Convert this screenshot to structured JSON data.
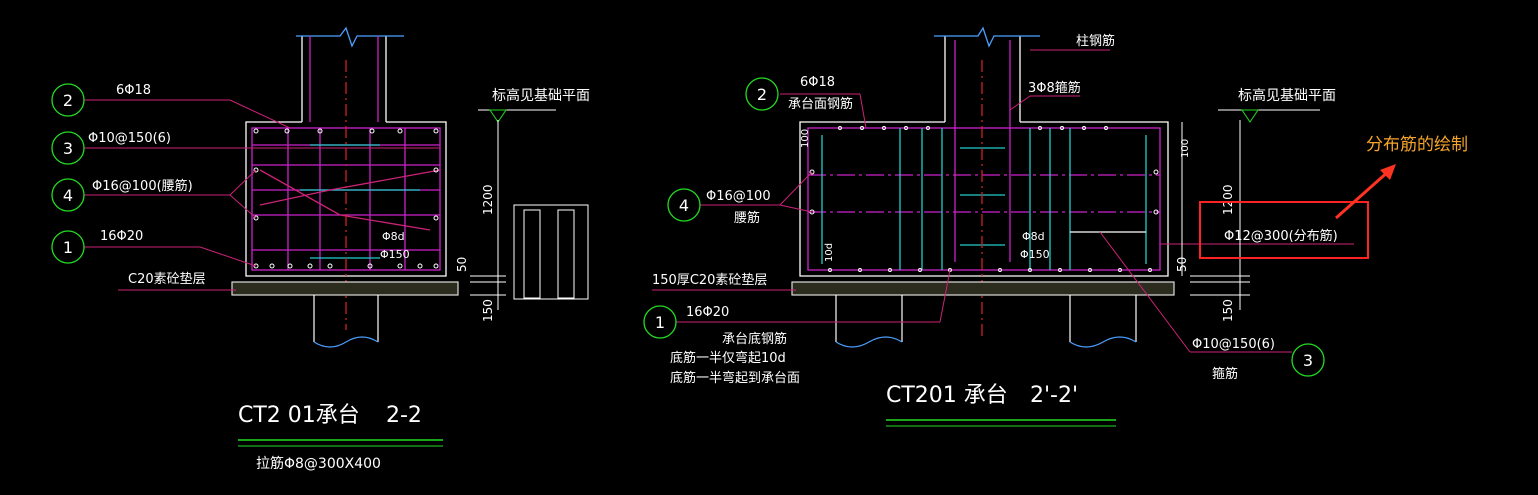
{
  "left": {
    "labels": {
      "bar2": "6Φ18",
      "bar3": "Φ10@150(6)",
      "bar4": "Φ16@100(腰筋)",
      "bar1": "16Φ20",
      "pad": "C20素砼垫层",
      "elev": "标高见基础平面",
      "dim1200": "1200",
      "dim50": "50",
      "dim150": "150",
      "stir_a": "Φ8d",
      "stir_b": "Φ150"
    },
    "bubbles": [
      "2",
      "3",
      "4",
      "1"
    ],
    "title": "CT2 01承台",
    "section": "2-2",
    "note": "拉筋Φ8@300X400"
  },
  "right": {
    "labels": {
      "column": "柱钢筋",
      "bar2": "6Φ18",
      "bar2_sub": "承台面钢筋",
      "stirrup": "3Φ8箍筋",
      "elev": "标高见基础平面",
      "bar4": "Φ16@100",
      "bar4_sub": "腰筋",
      "dist": "Φ12@300(分布筋)",
      "pad": "150厚C20素砼垫层",
      "bar1": "16Φ20",
      "bottom1": "承台底钢筋",
      "bottom2": "底筋一半仅弯起10d",
      "bottom3": "底筋一半弯起到承台面",
      "bar3": "Φ10@150(6)",
      "bar3_sub": "箍筋",
      "dim1200": "1200",
      "dim100a": "100",
      "dim100b": "100",
      "dim10d": "10d",
      "dim50": "50",
      "dim150": "150",
      "stir_a": "Φ8d",
      "stir_b": "Φ150"
    },
    "bubbles": [
      "2",
      "4",
      "1",
      "3"
    ],
    "title": "CT201 承台",
    "section": "2'-2'"
  },
  "annotation": {
    "text": "分布筋的绘制",
    "color": "#f7a52a"
  },
  "colors": {
    "background": "#000000",
    "outline": "#ffffff",
    "bubble": "#22dd22",
    "leader": "#cc2277",
    "rebar": "#cc22cc",
    "stirrup": "#22cccc",
    "column_cut": "#4aa0ff",
    "underline": "#22dd22",
    "highlight_box": "#ff2222",
    "arrow": "#ff3322"
  }
}
